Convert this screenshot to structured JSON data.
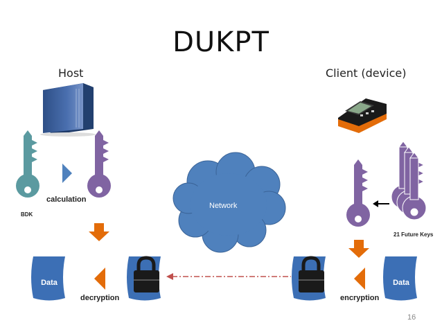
{
  "title": "DUKPT",
  "host": {
    "label": "Host"
  },
  "client": {
    "label": "Client (device)"
  },
  "labels": {
    "calculation": "calculation",
    "bdk": "BDK",
    "network": "Network",
    "future_keys": "21 Future Keys",
    "decryption": "decryption",
    "encryption": "encryption",
    "data_left": "Data",
    "data_right": "Data"
  },
  "page_number": "16",
  "colors": {
    "teal_key": "#5B9AA0",
    "purple_key": "#8064A2",
    "cloud_blue": "#4F81BD",
    "arrow_orange": "#E36C09",
    "document_blue": "#3C6FB5",
    "dashed_red": "#C0504D"
  }
}
